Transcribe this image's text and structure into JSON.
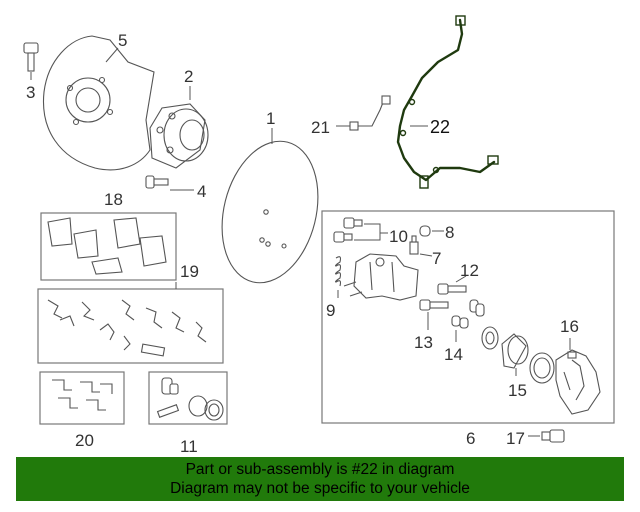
{
  "callouts": {
    "n1": "1",
    "n2": "2",
    "n3": "3",
    "n4": "4",
    "n5": "5",
    "n6": "6",
    "n7": "7",
    "n8": "8",
    "n9": "9",
    "n10": "10",
    "n11": "11",
    "n12": "12",
    "n13": "13",
    "n14": "14",
    "n15": "15",
    "n16": "16",
    "n17": "17",
    "n18": "18",
    "n19": "19",
    "n20": "20",
    "n21": "21",
    "n22": "22"
  },
  "highlighted_part": "22",
  "colors": {
    "banner_background": "#217a0b",
    "highlight_part": "#1f3a0f",
    "line_art": "#555555"
  },
  "banner": {
    "line1": "Part or sub-assembly is #22 in diagram",
    "line2": "Diagram may not be specific to your vehicle"
  }
}
